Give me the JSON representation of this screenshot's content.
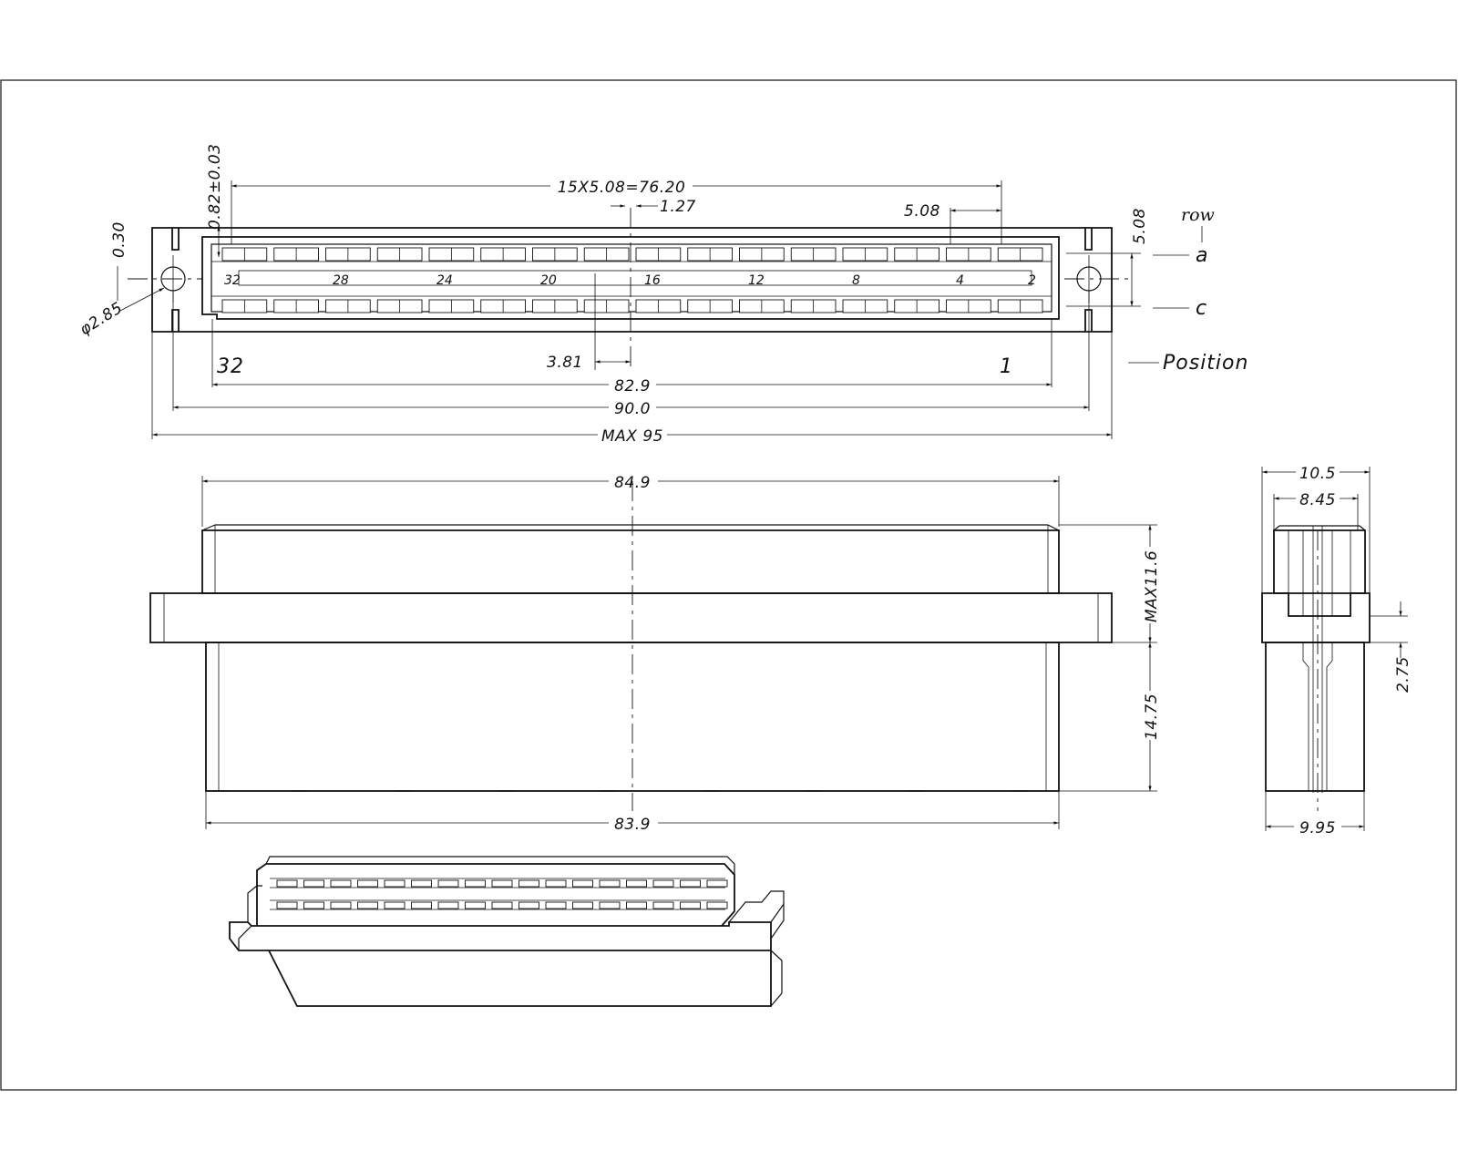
{
  "top_view": {
    "dims": {
      "pitch_span": "15X5.08=76.20",
      "offset": "1.27",
      "pitch": "5.08",
      "tol": "0.82±0.03",
      "small": "0.30",
      "hole": "φ2.85",
      "row_pitch": "5.08",
      "half_offset": "3.81",
      "inner": "82.9",
      "holes": "90.0",
      "max": "MAX 95"
    },
    "row_title": "row",
    "row_a": "a",
    "row_c": "c",
    "pos_32": "32",
    "pos_1": "1",
    "position_label": "Position",
    "pin_numbers": [
      "32",
      "28",
      "24",
      "20",
      "16",
      "12",
      "8",
      "4",
      "2"
    ]
  },
  "front_view": {
    "dims": {
      "top_width": "84.9",
      "height_max": "MAX11.6",
      "height_body": "14.75",
      "bottom_width": "83.9"
    }
  },
  "side_view": {
    "dims": {
      "outer": "10.5",
      "inner": "8.45",
      "step": "2.75",
      "base": "9.95"
    }
  }
}
